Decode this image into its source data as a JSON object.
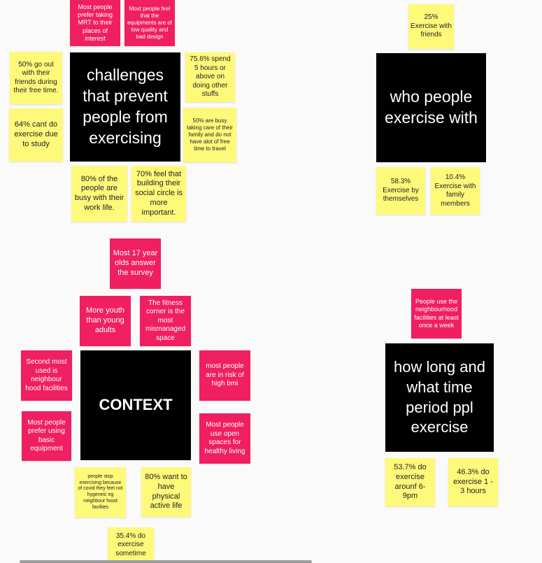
{
  "colors": {
    "yellow": "#fff97a",
    "pink": "#ef1f62",
    "black": "#000000",
    "board": "#fafafa"
  },
  "clusters": {
    "challenges": {
      "title": "challenges that prevent people from exercising",
      "notes": [
        "Most people prefer taking MRT to their places of interest",
        "Most people feel that the equipments are of low quality and bad design",
        "50% go out with their friends during their free time.",
        "75.6% spend 5 hours or above on doing other stuffs",
        "64% cant do exercise due to study",
        "50% are busy taking care of their family and do not have alot of free time to travel",
        "80% of the people are busy with their work life.",
        "70% feel that building their social circle is more important."
      ]
    },
    "who": {
      "title": "who people exercise with",
      "notes": [
        "25% Exercise with friends",
        "58.3% Exercise by themselves",
        "10.4% Exercise with family members"
      ]
    },
    "context": {
      "title": "CONTEXT",
      "notes": [
        "Most 17 year olds answer the survey",
        "More youth than young adults",
        "The fitness corner is the most mismanaged space",
        "Second most used is neighbour hood facilities",
        "most people are in risk of high bmi",
        "Most people prefer using basic equipment",
        "Most people use open spaces for healthy living",
        "people stop exercising because of covid they feel not hygeneic eg neighbour hood facilties",
        "80% want to have physical active life",
        "35.4% do exercise sometime"
      ]
    },
    "how_long": {
      "title": "how long and what time period ppl exercise",
      "notes": [
        "People use the neighbourhood facilities at least once a week",
        "53.7% do exercise arounf 6-9pm",
        "46.3% do exercise 1 - 3 hours"
      ]
    }
  }
}
